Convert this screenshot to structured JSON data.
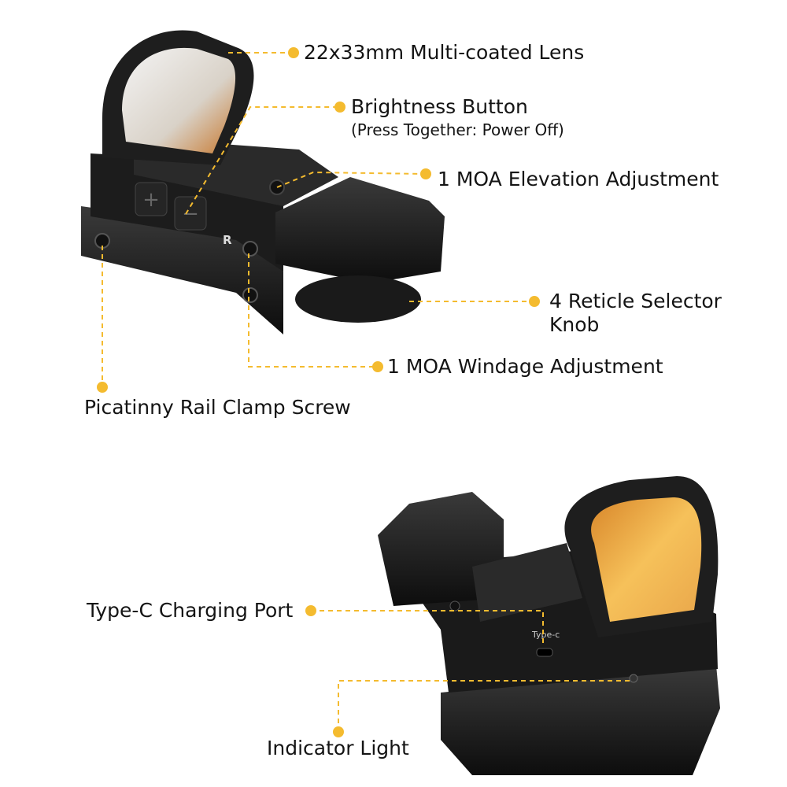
{
  "colors": {
    "accent": "#f4bb2f",
    "body": "#1b1b1b",
    "lens_tint": "#e9a53a"
  },
  "top_scope": {
    "button_plus": "+",
    "button_minus": "−",
    "side_marker": "R"
  },
  "bottom_scope": {
    "port_marking": "Type-c"
  },
  "callouts": {
    "lens": "22x33mm Multi-coated Lens",
    "brightness": "Brightness Button",
    "brightness_note": "(Press Together: Power Off)",
    "elevation": "1 MOA Elevation Adjustment",
    "reticle_line1": "4 Reticle Selector",
    "reticle_line2": "Knob",
    "windage": "1 MOA Windage Adjustment",
    "clamp_screw": "Picatinny Rail Clamp Screw",
    "type_c": "Type-C Charging Port",
    "indicator": "Indicator Light"
  }
}
